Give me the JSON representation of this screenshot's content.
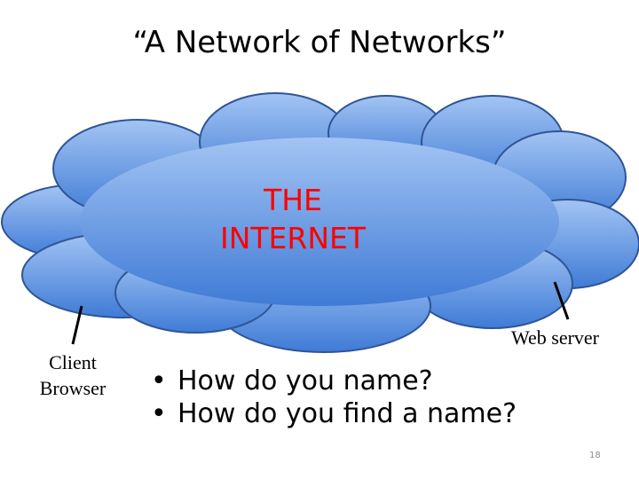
{
  "slide": {
    "title": "“A Network of Networks”",
    "page_number": "18"
  },
  "cloud": {
    "label_line1": "THE",
    "label_line2": "INTERNET",
    "fill_top": "#a3c4f3",
    "fill_bottom": "#3f7bd6",
    "outline": "#2f5597",
    "text_color": "#ff0000"
  },
  "endpoints": {
    "client_line1": "Client",
    "client_line2": "Browser",
    "server": "Web server"
  },
  "bullets": [
    {
      "text": "How do you name?"
    },
    {
      "text": "How do you find a name?"
    }
  ],
  "bullet_glyph": "•"
}
